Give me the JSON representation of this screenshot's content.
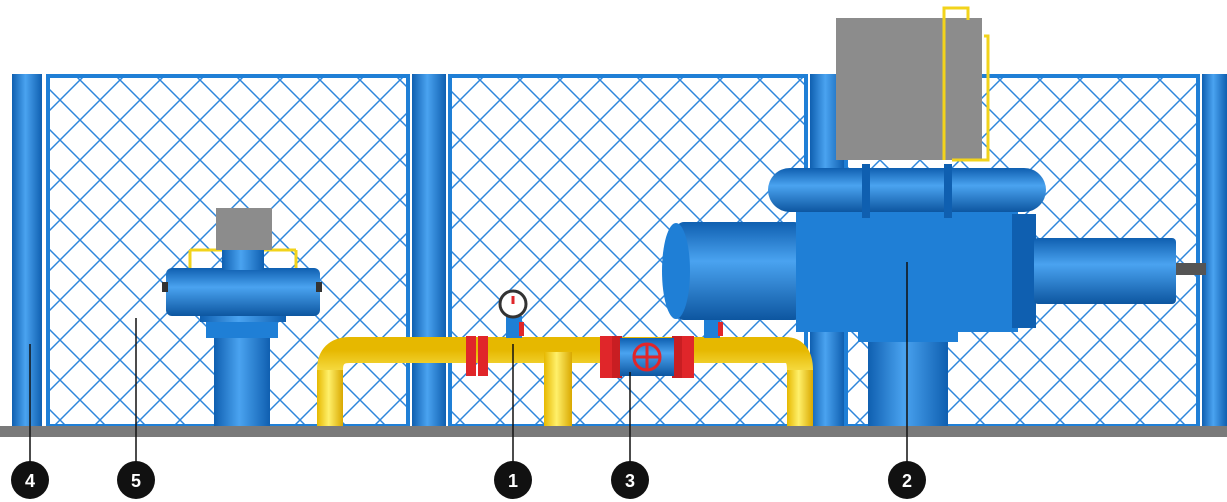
{
  "diagram": {
    "type": "gas-distribution-station-illustration",
    "colors": {
      "fence_blue": "#1f7fd6",
      "post_blue": "#2b8be0",
      "pipe_yellow": "#f2d31b",
      "flange_red": "#e0262a",
      "cabinet_gray": "#8c8c8c",
      "ground_gray": "#7a7a7a",
      "callout_black": "#111111"
    },
    "callouts": [
      {
        "id": "4",
        "label": "4",
        "target": "fence-post"
      },
      {
        "id": "5",
        "label": "5",
        "target": "mesh-fence"
      },
      {
        "id": "1",
        "label": "1",
        "target": "gas-pipeline-with-pressure-gauge"
      },
      {
        "id": "3",
        "label": "3",
        "target": "shutoff-valve"
      },
      {
        "id": "2",
        "label": "2",
        "target": "gas-regulator-unit"
      }
    ]
  }
}
